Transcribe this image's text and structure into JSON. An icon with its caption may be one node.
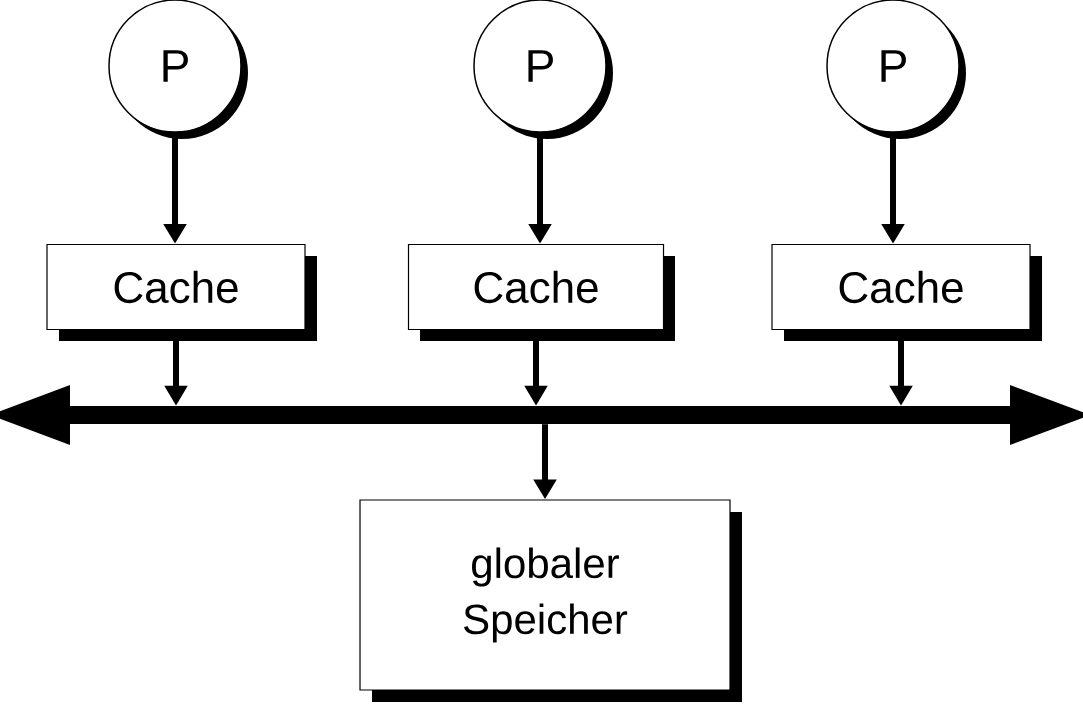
{
  "diagram": {
    "nodes": [
      {
        "text": [
          "P"
        ]
      },
      {
        "text": [
          "P"
        ]
      },
      {
        "text": [
          "P"
        ]
      },
      {
        "text": [
          "Cache"
        ]
      },
      {
        "text": [
          "Cache"
        ]
      },
      {
        "text": [
          "Cache"
        ]
      },
      {
        "text": [],
        "shape": "bar"
      },
      {
        "text": [
          "globaler Speicher"
        ]
      }
    ],
    "edges": [
      {
        "from": 0,
        "to": 3,
        "arrow": "to"
      },
      {
        "from": 1,
        "to": 4,
        "arrow": "to"
      },
      {
        "from": 2,
        "to": 5,
        "arrow": "to"
      },
      {
        "from": 3,
        "to": 6,
        "arrow": "to"
      },
      {
        "from": 4,
        "to": 6,
        "arrow": "to"
      },
      {
        "from": 5,
        "to": 6,
        "arrow": "to"
      },
      {
        "from": 6,
        "to": 7,
        "arrow": "to"
      }
    ]
  }
}
